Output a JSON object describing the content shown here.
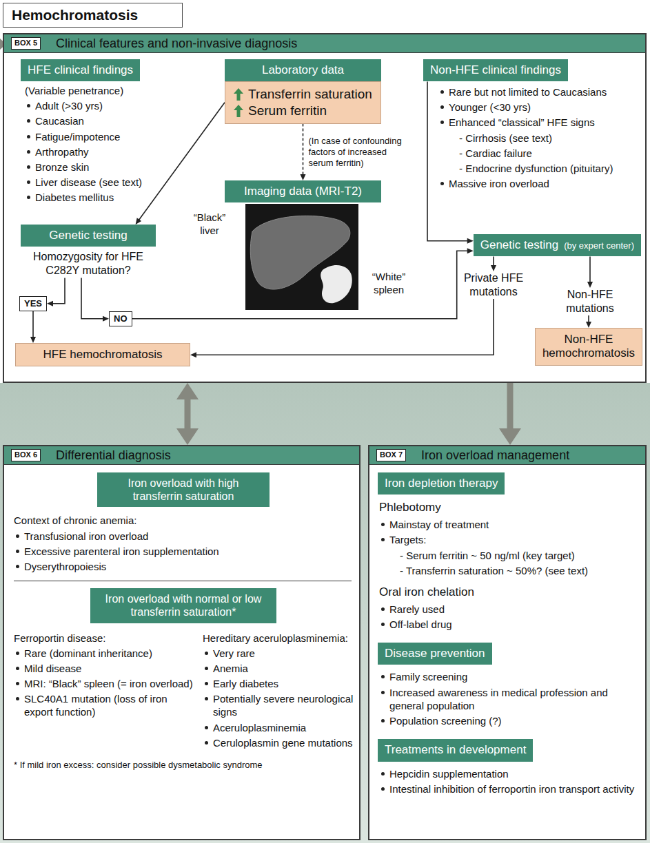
{
  "diagram": {
    "title": "Hemochromatosis",
    "nodes": [
      {
        "text": [
          "BOX 5",
          "Clinical features and non-invasive diagnosis"
        ]
      },
      {
        "text": [
          "HFE clinical findings"
        ],
        "in": 0
      },
      {
        "text": [
          "Laboratory data"
        ],
        "in": 0
      },
      {
        "text": [
          "Transferrin saturation",
          "Serum ferritin"
        ],
        "in": 0
      },
      {
        "text": [
          "Non-HFE clinical findings"
        ],
        "in": 0
      },
      {
        "text": [
          "Imaging data (MRI-T2)"
        ],
        "in": 0
      },
      {
        "text": [
          "Genetic testing",
          "Homozygosity for HFE C282Y mutation?"
        ],
        "in": 0
      },
      {
        "text": [
          "YES"
        ],
        "in": 0
      },
      {
        "text": [
          "NO"
        ],
        "in": 0
      },
      {
        "text": [
          "HFE hemochromatosis"
        ],
        "in": 0
      },
      {
        "text": [
          "Genetic testing",
          "(by expert center)"
        ],
        "in": 0
      },
      {
        "text": [
          "Private HFE mutations"
        ],
        "in": 0
      },
      {
        "text": [
          "Non-HFE mutations"
        ],
        "in": 0
      },
      {
        "text": [
          "Non-HFE hemochromatosis"
        ],
        "in": 0
      },
      {
        "text": [
          "BOX 6",
          "Differential diagnosis"
        ]
      },
      {
        "text": [
          "Iron overload with high transferrin saturation"
        ],
        "in": 14
      },
      {
        "text": [
          "Iron overload with normal or low transferrin saturation*"
        ],
        "in": 14
      },
      {
        "text": [
          "BOX 7",
          "Iron overload management"
        ]
      },
      {
        "text": [
          "Iron depletion therapy"
        ],
        "in": 17
      },
      {
        "text": [
          "Disease prevention"
        ],
        "in": 17
      },
      {
        "text": [
          "Treatments in development"
        ],
        "in": 17
      }
    ],
    "edges": [
      {
        "from": 3,
        "to": 6,
        "arrow": "to"
      },
      {
        "from": 3,
        "to": 5,
        "label": "(In case of confounding factors of increased serum ferritin)",
        "arrow": "to"
      },
      {
        "from": 4,
        "to": 10,
        "arrow": "to"
      },
      {
        "from": 6,
        "to": 7,
        "arrow": "to"
      },
      {
        "from": 6,
        "to": 8,
        "arrow": "to"
      },
      {
        "from": 7,
        "to": 9,
        "arrow": "to"
      },
      {
        "from": 8,
        "to": 10,
        "arrow": "to"
      },
      {
        "from": 10,
        "to": 11,
        "arrow": "to"
      },
      {
        "from": 10,
        "to": 12,
        "arrow": "to"
      },
      {
        "from": 11,
        "to": 9,
        "arrow": "to"
      },
      {
        "from": 12,
        "to": 13,
        "arrow": "to"
      },
      {
        "from": 0,
        "to": 14,
        "arrow": "both"
      },
      {
        "from": 0,
        "to": 17,
        "arrow": "to"
      }
    ],
    "labels": [
      "(Variable penetrance)",
      "Adult (>30 yrs)",
      "Caucasian",
      "Fatigue/impotence",
      "Arthropathy",
      "Bronze skin",
      "Liver disease (see text)",
      "Diabetes mellitus",
      "Rare but not limited to Caucasians",
      "Younger (<30 yrs)",
      "Enhanced “classical” HFE signs",
      "- Cirrhosis (see text)",
      "- Cardiac failure",
      "- Endocrine dysfunction (pituitary)",
      "Massive iron overload",
      "“Black” liver",
      "“White” spleen",
      "Context of chronic anemia:",
      "Transfusional iron overload",
      "Excessive parenteral iron supplementation",
      "Dyserythropoiesis",
      "Ferroportin disease:",
      "Rare (dominant inheritance)",
      "Mild disease",
      "MRI: “Black” spleen (= iron overload)",
      "SLC40A1 mutation (loss of iron export function)",
      "Hereditary aceruloplasminemia:",
      "Very rare",
      "Anemia",
      "Early diabetes",
      "Potentially severe neurological signs",
      "Aceruloplasminemia",
      "Ceruloplasmin gene mutations",
      "* If mild iron excess: consider possible dysmetabolic syndrome",
      "Phlebotomy",
      "Mainstay of treatment",
      "Targets:",
      "- Serum ferritin ~ 50 ng/ml (key target)",
      "- Transferrin saturation ~ 50%? (see text)",
      "Oral iron chelation",
      "Rarely used",
      "Off-label drug",
      "Family screening",
      "Increased awareness in medical profession and general population",
      "Population screening (?)",
      "Hepcidin supplementation",
      "Intestinal inhibition of ferroportin iron transport activity"
    ]
  }
}
